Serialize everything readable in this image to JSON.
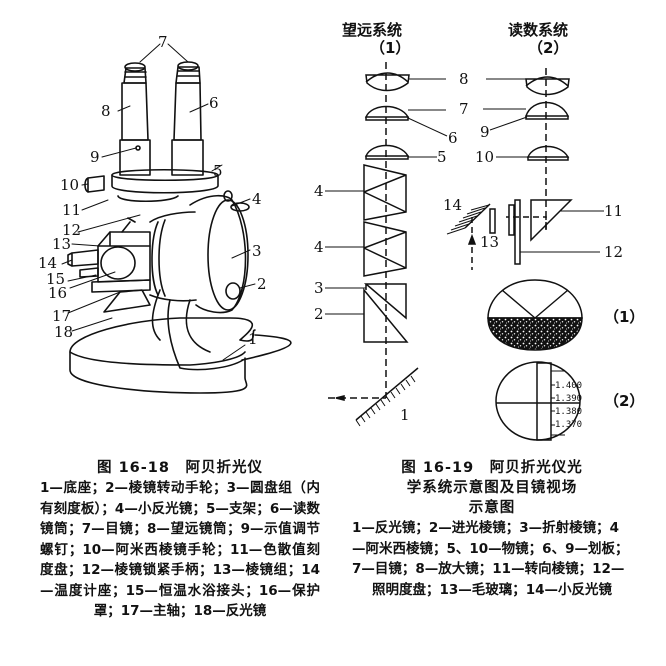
{
  "figure_left": {
    "title": "图 16-18　阿贝折光仪",
    "legend": "1—底座；2—棱镜转动手轮；3—圆盘组（内有刻度板）；4—小反光镜；5—支架；6—读数镜筒；7—目镜；8—望远镜筒；9—示值调节螺钉；10—阿米西棱镜手轮；11—色散值刻度盘；12—棱镜锁紧手柄；13—棱镜组；14—温度计座；15—恒温水浴接头；16—保护罩；17—主轴；18—反光镜",
    "part_labels": [
      "1",
      "2",
      "3",
      "4",
      "5",
      "6",
      "7",
      "8",
      "9",
      "10",
      "11",
      "12",
      "13",
      "14",
      "15",
      "16",
      "17",
      "18"
    ]
  },
  "figure_right": {
    "title_line1": "图 16-19　阿贝折光仪光",
    "title_line2": "学系统示意图及目镜视场",
    "title_line3": "示意图",
    "legend": "1—反光镜；2—进光棱镜；3—折射棱镜；4—阿米西棱镜；5、10—物镜；6、9—划板；7—目镜；8—放大镜；11—转向棱镜；12—照明度盘；13—毛玻璃；14—小反光镜",
    "telescope_system": {
      "title": "望远系统",
      "sub": "（1）"
    },
    "reading_system": {
      "title": "读数系统",
      "sub": "（2）"
    },
    "labels": {
      "l1": "1",
      "l2": "2",
      "l3": "3",
      "l4a": "4",
      "l4b": "4",
      "l5": "5",
      "l6": "6",
      "l7": "7",
      "l8": "8",
      "l9": "9",
      "l10": "10",
      "l11": "11",
      "l12": "12",
      "l13": "13",
      "l14": "14"
    },
    "field_views": {
      "view1_label": "（1）",
      "view2_label": "（2）",
      "scale_values": [
        "1.400",
        "1.390",
        "1.380",
        "1.370"
      ]
    }
  }
}
